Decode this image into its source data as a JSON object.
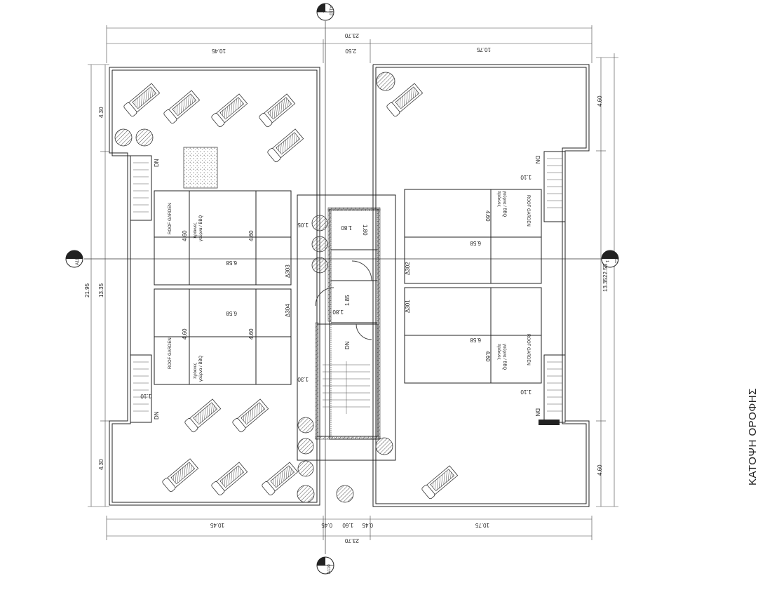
{
  "title": "ΚΑΤΟΨΗ ΟΡΟΦΗΣ",
  "section_markers": {
    "top": {
      "num": "1",
      "sheet": "A110"
    },
    "bottom": {
      "num": "1",
      "sheet": "A110"
    },
    "left": {
      "num": "1",
      "sheet": "A111"
    },
    "right": {
      "num": "1",
      "sheet": "A111"
    }
  },
  "dimensions": {
    "top_total": "23.70",
    "top_left": "10.45",
    "top_mid": "2.50",
    "top_right": "10.75",
    "bottom_total": "23.70",
    "bottom_left": "10.45",
    "bottom_a": "0.45",
    "bottom_b": "1.60",
    "bottom_c": "0.45",
    "bottom_right": "10.75",
    "left_total": "21.95",
    "left_mid": "13.35",
    "left_top": "4.30",
    "left_bottom": "4.30",
    "right_total": "22.55",
    "right_mid": "13.35",
    "right_top": "4.60",
    "right_bottom": "4.60",
    "room_w": "6.58",
    "room_h": "4.60",
    "stair_w": "1.10",
    "d_105": "1.05",
    "d_130": "1.30",
    "d_180a": "1.80",
    "d_180b": "1.80",
    "d_180c": "1.80",
    "d_185": "1.85"
  },
  "rooms": {
    "r303": "Δ303",
    "r304": "Δ304",
    "r302": "Δ302",
    "r301": "Δ301"
  },
  "labels": {
    "roof_garden": "ROOF GARDEN",
    "bbq_line1": "πρόκνες",
    "bbq_line2": "γούρνα / BBQ",
    "dn": "DN"
  }
}
